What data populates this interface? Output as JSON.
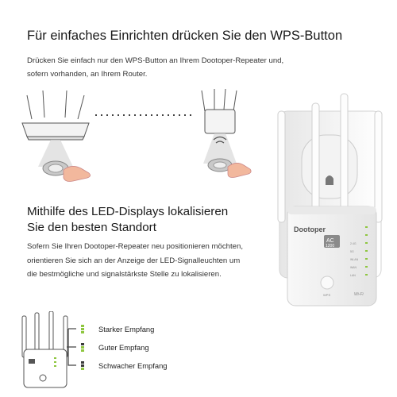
{
  "page": {
    "title": "Für einfaches Einrichten drücken Sie den WPS-Button",
    "intro_line1": "Drücken Sie einfach nur den WPS-Button an Ihrem Dootoper-Repeater und,",
    "intro_line2": "sofern vorhanden, an Ihrem Router.",
    "section2_heading_line1": "Mithilfe des LED-Displays lokalisieren",
    "section2_heading_line2": "Sie den besten Standort",
    "section2_body_line1": "Sofern Sie Ihren Dootoper-Repeater neu positionieren möchten,",
    "section2_body_line2": "orientieren Sie sich an der Anzeige der LED-Signalleuchten um",
    "section2_body_line3": "die bestmögliche und signalstärkste Stelle zu lokalisieren."
  },
  "legend": [
    {
      "label": "Starker Empfang",
      "lit": 3
    },
    {
      "label": "Guter Empfang",
      "lit": 2
    },
    {
      "label": "Schwacher Empfang",
      "lit": 1
    }
  ],
  "device": {
    "brand": "Dootoper",
    "badge_top": "AC",
    "badge_bottom": "1200",
    "wps_label": "WPS",
    "wifi_label": "Wi-Fi",
    "led_labels": [
      "",
      "",
      "2.4G",
      "5G",
      "WLAN",
      "WAN",
      "LAN"
    ]
  },
  "colors": {
    "led_on": "#8ec63f",
    "led_off": "#3a3a3a",
    "finger_skin": "#f2b89d",
    "lines": "#666666"
  }
}
